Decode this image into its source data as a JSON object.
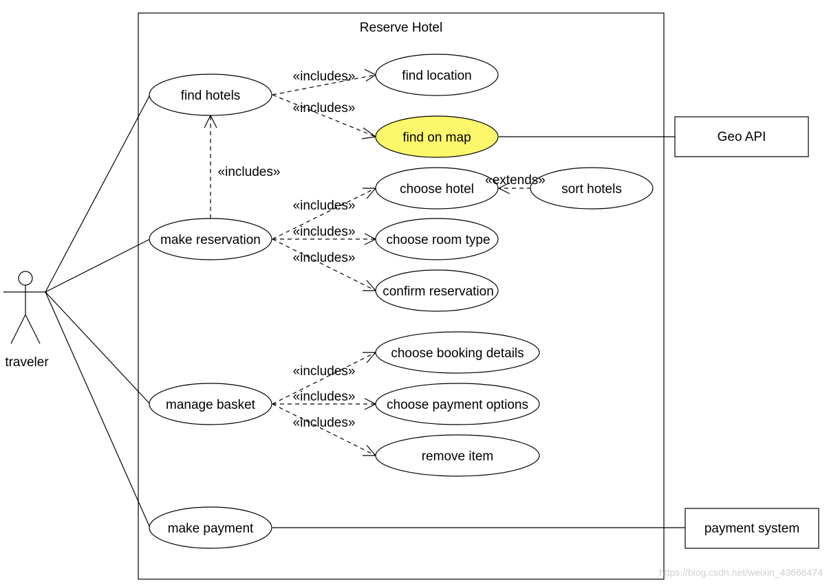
{
  "system": {
    "title": "Reserve Hotel"
  },
  "actors": {
    "traveler": "traveler"
  },
  "external_systems": {
    "geo_api": "Geo API",
    "payment_system": "payment system"
  },
  "use_cases": {
    "find_hotels": "find hotels",
    "find_location": "find location",
    "find_on_map": "find on map",
    "make_reservation": "make reservation",
    "choose_hotel": "choose hotel",
    "sort_hotels": "sort hotels",
    "choose_room_type": "choose room type",
    "confirm_reservation": "confirm reservation",
    "manage_basket": "manage basket",
    "choose_booking_details": "choose booking details",
    "choose_payment_options": "choose payment options",
    "remove_item": "remove item",
    "make_payment": "make payment"
  },
  "relation_labels": {
    "includes": "«includes»",
    "extends": "«extends»"
  },
  "colors": {
    "highlight": "#fdf86b",
    "line": "#000000",
    "background": "#ffffff"
  },
  "watermark": "https://blog.csdn.net/weixin_43666474"
}
